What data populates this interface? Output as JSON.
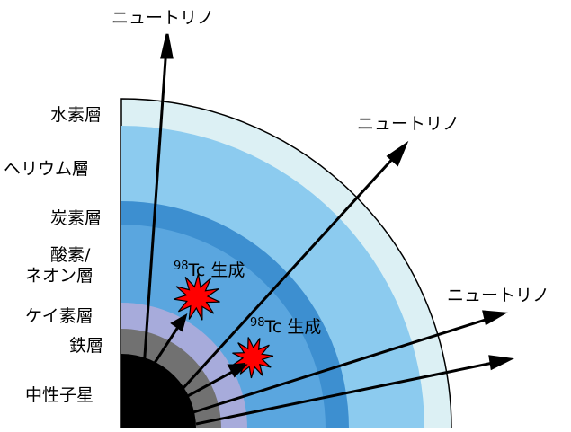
{
  "layers": [
    {
      "label": "水素層",
      "color": "#dcf0f4"
    },
    {
      "label": "ヘリウム層",
      "color": "#8ccbef"
    },
    {
      "label": "炭素層",
      "color": "#3d8fd0"
    },
    {
      "label_line1": "酸素/",
      "label_line2": "ネオン層",
      "color": "#5aa6df"
    },
    {
      "label": "ケイ素層",
      "color": "#a7abdb"
    },
    {
      "label": "鉄層",
      "color": "#717171"
    },
    {
      "label": "中性子星",
      "color": "#000000"
    }
  ],
  "neutrino_label": "ニュートリノ",
  "tc_labels": [
    {
      "sup": "98",
      "text": "Tc 生成"
    },
    {
      "sup": "98",
      "text": "Tc 生成"
    }
  ],
  "colors": {
    "explosion_fill": "#ff0000",
    "arrow": "#000000",
    "outline": "#000000"
  }
}
